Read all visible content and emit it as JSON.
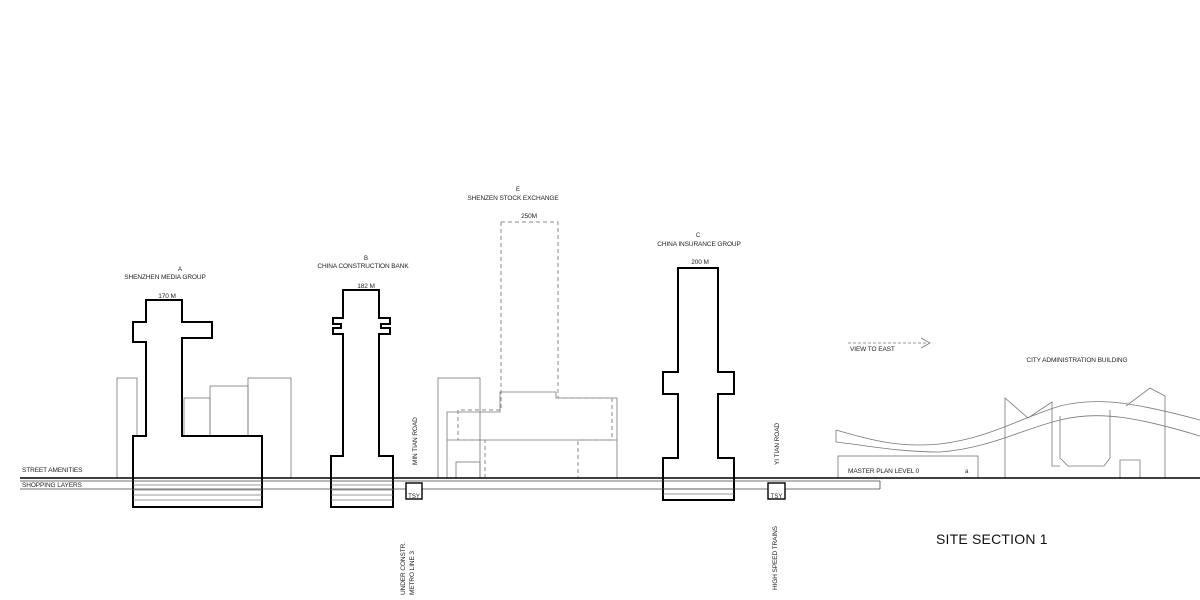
{
  "title": "SITE SECTION 1",
  "colors": {
    "highlight": "#aee8fb",
    "outline": "#000000",
    "context": "#777777"
  },
  "towers": [
    {
      "id": "A",
      "letter": "A",
      "name": "SHENZHEN MEDIA GROUP",
      "height": "170 M"
    },
    {
      "id": "B",
      "letter": "B",
      "name": "CHINA CONSTRUCTION BANK",
      "height": "182 M"
    },
    {
      "id": "E",
      "letter": "E",
      "name": "SHENZEN STOCK EXCHANGE",
      "height": "250M"
    },
    {
      "id": "C",
      "letter": "C",
      "name": "CHINA INSURANCE GROUP",
      "height": "200 M"
    }
  ],
  "layers": {
    "street": "STREET AMENITIES",
    "shopping": "SHOPPING LAYERS"
  },
  "roads": {
    "min_tian": "MIN TIAN ROAD",
    "yi_tian": "YI TIAN ROAD"
  },
  "transit": {
    "metro": "UNDER CONSTR. METRO LINE 3",
    "hsr": "HIGH SPEED TRAINS"
  },
  "view_label": "VIEW TO EAST",
  "city_admin": "CITY ADMINISTRATION BUILDING",
  "master_plan": "MASTER PLAN LEVEL 0",
  "tunnel_tag": "TSY"
}
